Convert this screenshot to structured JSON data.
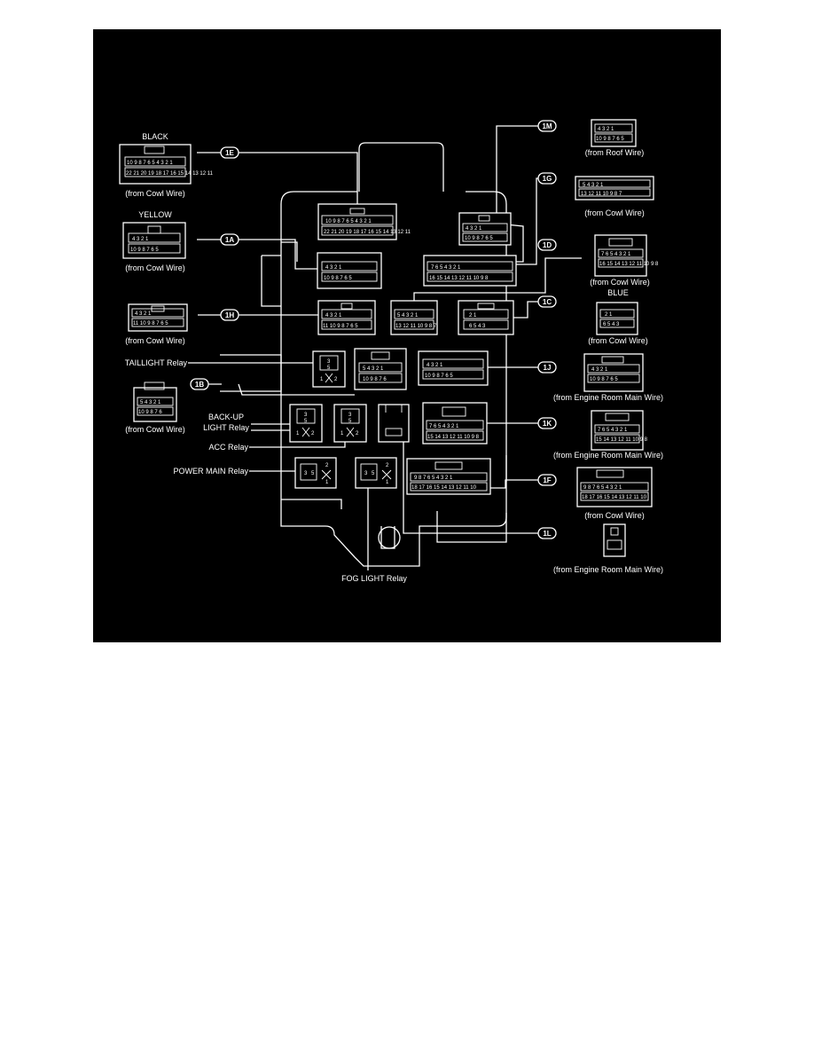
{
  "connectors": {
    "c1M": {
      "tag": "1M",
      "source": "(from Roof Wire)"
    },
    "c1G": {
      "tag": "1G",
      "source": "(from Cowl Wire)"
    },
    "c1D": {
      "tag": "1D",
      "source": "(from Cowl Wire)"
    },
    "c1C": {
      "tag": "1C",
      "color": "BLUE",
      "source": "(from Cowl Wire)"
    },
    "c1J": {
      "tag": "1J",
      "source": "(from Engine Room Main Wire)"
    },
    "c1K": {
      "tag": "1K",
      "source": "(from Engine Room Main Wire)"
    },
    "c1F": {
      "tag": "1F",
      "source": "(from Cowl Wire)"
    },
    "c1L": {
      "tag": "1L",
      "source": "(from Engine Room Main Wire)"
    },
    "c1E": {
      "tag": "1E",
      "color": "BLACK",
      "source": "(from Cowl Wire)"
    },
    "c1A": {
      "tag": "1A",
      "color": "YELLOW",
      "source": "(from Cowl Wire)"
    },
    "c1H": {
      "tag": "1H",
      "source": "(from Cowl Wire)"
    },
    "c1B": {
      "tag": "1B",
      "source": "(from Cowl Wire)"
    }
  },
  "relays": {
    "taillight": "TAILLIGHT Relay",
    "backup_line1": "BACK-UP",
    "backup_line2": "LIGHT Relay",
    "acc": "ACC Relay",
    "power_main": "POWER MAIN Relay",
    "fog_light": "FOG LIGHT Relay"
  },
  "pins": {
    "p1E_row1": "10 9 8 7 6 5 4 3 2 1",
    "p1E_row2": "22 21 20 19 18 17 16 15 14 13 12 11",
    "p1M_row1": "4 3   2 1",
    "p1M_row2": "10 9 8 7 6 5",
    "p1A_row1": "4 3   2 1",
    "p1A_row2": "10 9 8  7 6 5",
    "p1D_row1": "7 6 5  4 3 2 1",
    "p1D_row2": "16 15 14 13 12 11 10 9 8",
    "p1H_row1": "4 3   2 1",
    "p1H_row2": "11 10 9 8 7 6 5",
    "p1G_row1": "5 4 3 2 1",
    "p1G_row2": "13 12 11 10 9 8 7",
    "p1C_row1": "2   1",
    "p1C_row2": "6 5 4 3",
    "p1B_row1": "5 4 3 2 1",
    "p1B_row2": "10 9 8 7 6",
    "p1J_row1": "4 3   2 1",
    "p1J_row2": "10 9 8 7 6 5",
    "p1K_row1": "7 6 5 4 3 2 1",
    "p1K_row2": "15 14 13 12 11 10 9 8",
    "p1F_row1": "9 8 7 6 5 4 3 2 1",
    "p1F_row2": "18 17 16 15 14 13 12 11 10",
    "relay_pin_top": "3",
    "relay_pin_mid": "5",
    "relay_pin_left": "1",
    "relay_pin_right": "2"
  }
}
